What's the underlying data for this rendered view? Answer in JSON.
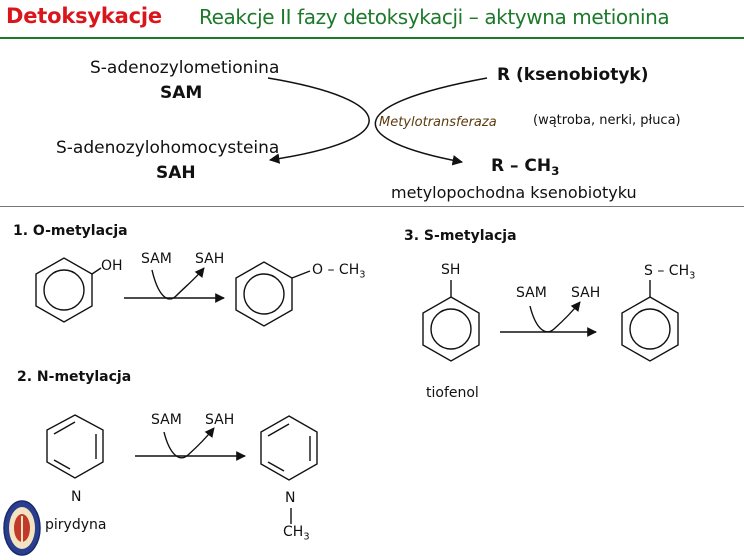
{
  "header": {
    "title": "Detoksykacje",
    "subtitle": "Reakcje II fazy detoksykacji – aktywna metionina"
  },
  "top_scheme": {
    "sam_name": "S-adenozylometionina",
    "sam_abbr": "SAM",
    "sah_name": "S-adenozylohomocysteina",
    "sah_abbr": "SAH",
    "substrate": "R (ksenobiotyk)",
    "enzyme": "Metylotransferaza",
    "locations": "(wątroba, nerki, płuca)",
    "product_prefix": "R – CH",
    "product_subscript": "3",
    "product_name": "metylopochodna ksenobiotyku"
  },
  "o_methylation": {
    "heading": "1. O-metylacja",
    "substituent": "OH",
    "cofactor_in": "SAM",
    "cofactor_out": "SAH",
    "product_group": "O – CH",
    "product_subscript": "3"
  },
  "n_methylation": {
    "heading": "2. N-metylacja",
    "ring_atom": "N",
    "substrate_name": "pirydyna",
    "cofactor_in": "SAM",
    "cofactor_out": "SAH",
    "product_atom": "N",
    "product_group": "CH",
    "product_subscript": "3"
  },
  "s_methylation": {
    "heading": "3. S-metylacja",
    "substituent": "SH",
    "substrate_name": "tiofenol",
    "cofactor_in": "SAM",
    "cofactor_out": "SAH",
    "product_group": "S – CH",
    "product_subscript": "3"
  },
  "colors": {
    "title_red": "#d8161b",
    "title_green": "#1c7a2a",
    "enzyme_brown": "#5c3a10",
    "ink": "#111111"
  },
  "icons": {
    "logo": "university-seal-icon"
  }
}
